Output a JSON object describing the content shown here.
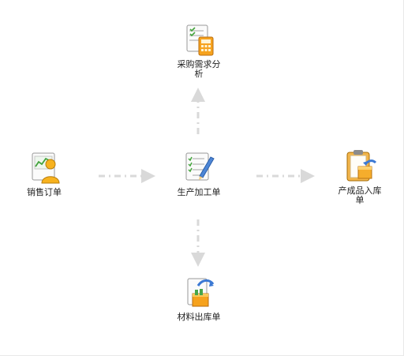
{
  "nodes": {
    "purchase_analysis": "采购需求分析",
    "sales_order": "销售订单",
    "production_order": "生产加工单",
    "finished_goods_receipt": "产成品入库单",
    "material_issue": "材料出库单"
  },
  "icons": {
    "purchase_analysis": "calculator-document-icon",
    "sales_order": "user-chart-icon",
    "production_order": "checklist-pen-icon",
    "finished_goods_receipt": "clipboard-box-icon",
    "material_issue": "box-arrow-icon"
  },
  "colors": {
    "connector": "#d9d9d9",
    "text": "#222222"
  }
}
